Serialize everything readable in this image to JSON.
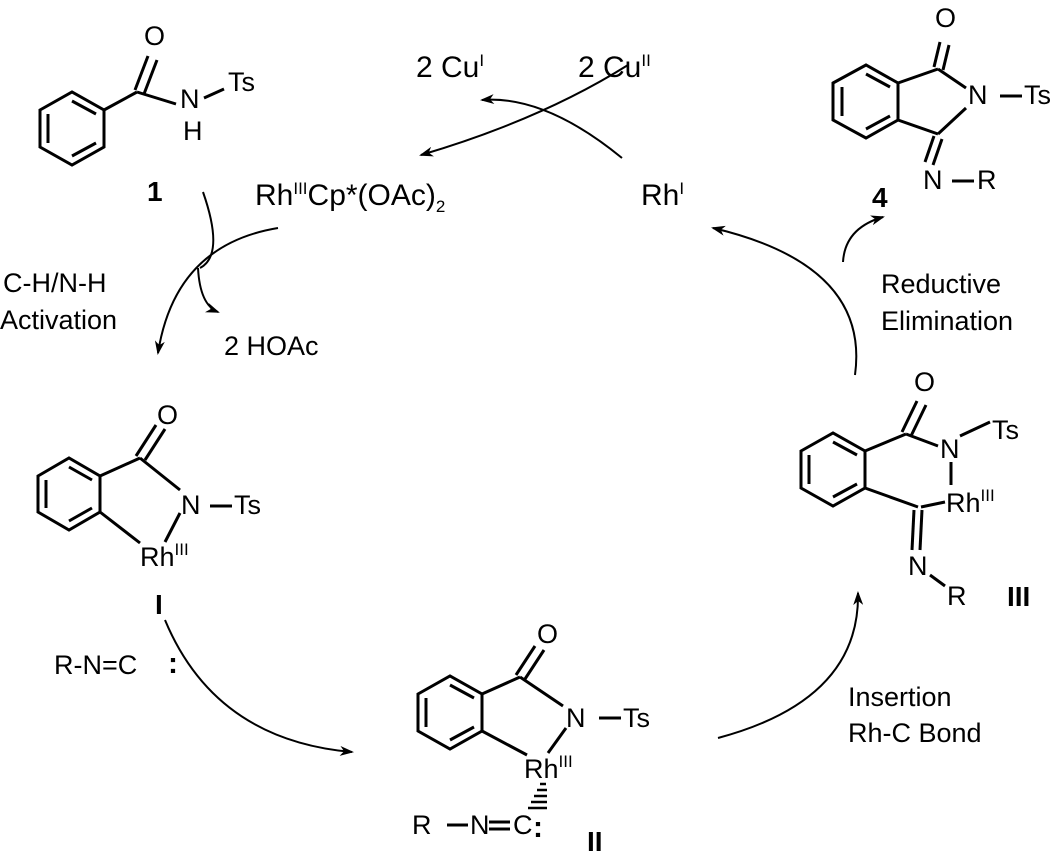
{
  "reagents": {
    "cu_i": {
      "main": "2 Cu",
      "ox": "I"
    },
    "cu_ii": {
      "main": "2 Cu",
      "ox": "II"
    },
    "rh_catalyst": {
      "pre": "Rh",
      "ox": "III",
      "post": "Cp*(OAc)",
      "sub": "2"
    },
    "rh_i": {
      "main": "Rh",
      "ox": "I"
    },
    "hoac": "2 HOAc",
    "isocyanide": "R-N=C",
    "isocyanide_lone_pair": ":"
  },
  "steps": {
    "activation": [
      "C-H/N-H",
      "Activation"
    ],
    "reductive_elimination": [
      "Reductive",
      "Elimination"
    ],
    "insertion": [
      "Insertion",
      "Rh-C Bond"
    ]
  },
  "compounds": {
    "c1": {
      "number": "1",
      "O": "O",
      "N": "N",
      "Ts": "Ts",
      "H": "H"
    },
    "c4": {
      "number": "4",
      "O": "O",
      "N_ring": "N",
      "Ts": "Ts",
      "N_imine": "N",
      "R": "R"
    },
    "cI": {
      "number": "I",
      "O": "O",
      "N": "N",
      "Ts": "Ts",
      "Rh": "Rh",
      "ox": "III"
    },
    "cII": {
      "number": "II",
      "O": "O",
      "N": "N",
      "Ts": "Ts",
      "Rh": "Rh",
      "ox": "III",
      "ligand_R": "R",
      "ligand_N": "N",
      "ligand_C": "C",
      "ligand_lone_pair": ":"
    },
    "cIII": {
      "number": "III",
      "O": "O",
      "N": "N",
      "Ts": "Ts",
      "Rh": "Rh",
      "ox": "III",
      "N_imine": "N",
      "R": "R"
    }
  }
}
